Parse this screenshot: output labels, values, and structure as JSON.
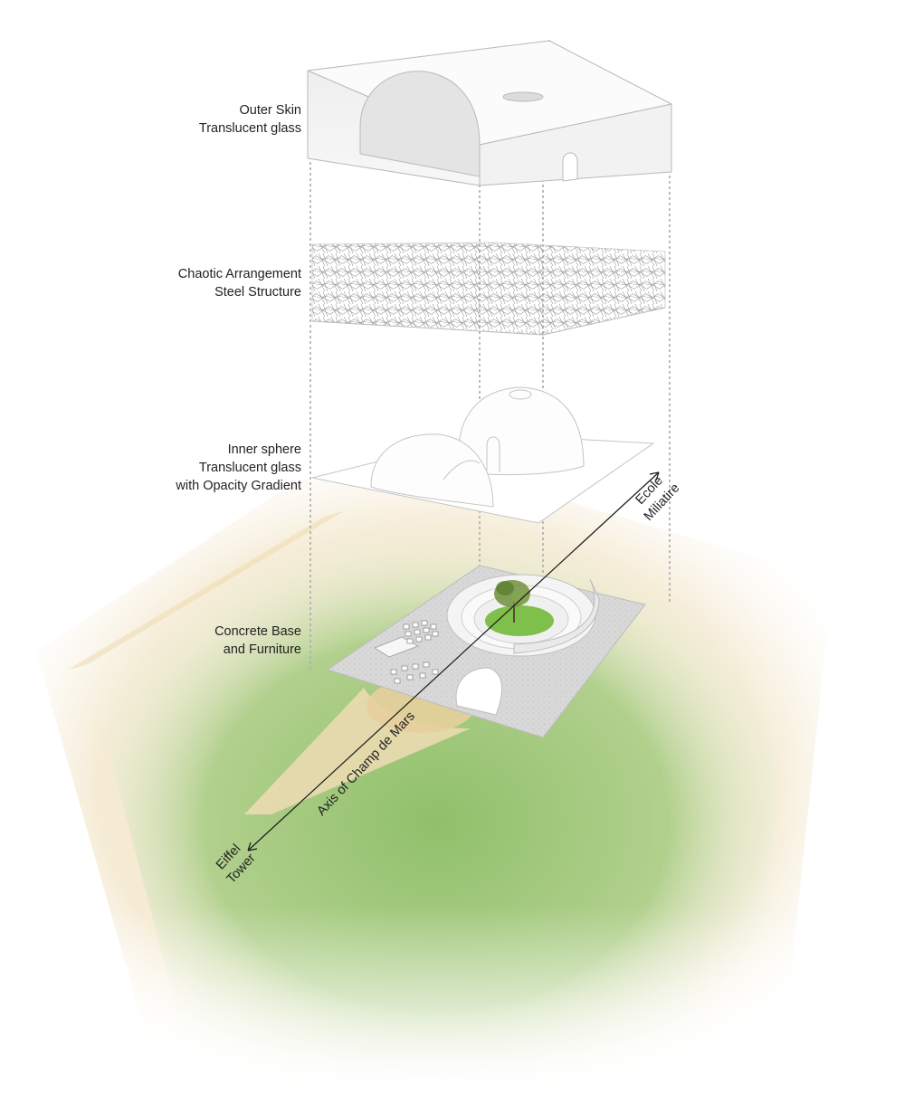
{
  "layers": [
    {
      "id": "outer-skin",
      "lines": [
        "Outer Skin",
        "Translucent glass"
      ]
    },
    {
      "id": "steel-structure",
      "lines": [
        "Chaotic Arrangement",
        "Steel Structure"
      ]
    },
    {
      "id": "inner-sphere",
      "lines": [
        "Inner sphere",
        "Translucent glass",
        "with Opacity Gradient"
      ]
    },
    {
      "id": "concrete-base",
      "lines": [
        "Concrete Base",
        "and Furniture"
      ]
    }
  ],
  "axis": {
    "label": "Axis of Champ de Mars",
    "end_ne": [
      "Ecole",
      "Miliatire"
    ],
    "end_sw": [
      "Eiffel",
      "Tower"
    ]
  },
  "colors": {
    "grass": "#8fc06a",
    "grass_light": "#bcd99c",
    "path_sand": "#efdcb4",
    "outline": "#b9b9b9",
    "concrete": "#dcdcdc",
    "tree_green": "#6f8f3c",
    "text": "#222222"
  }
}
